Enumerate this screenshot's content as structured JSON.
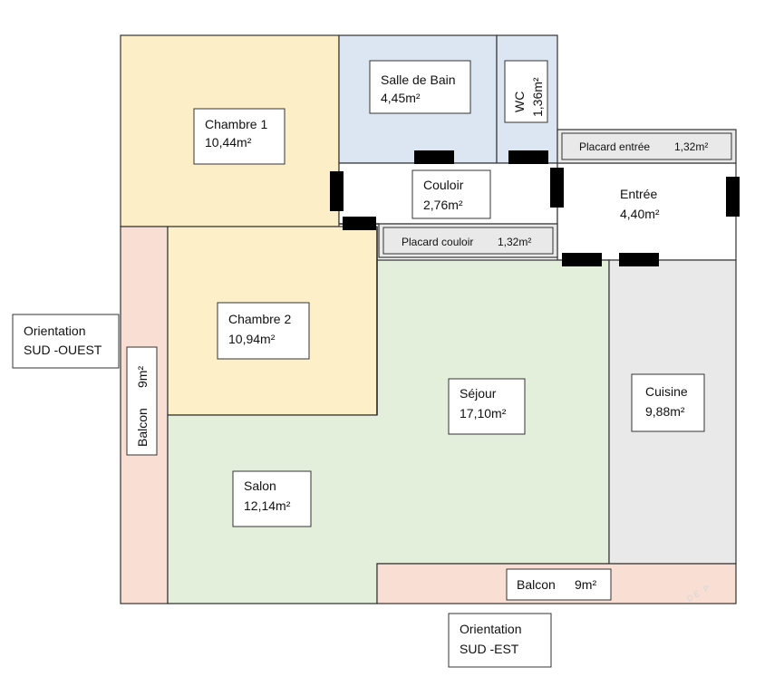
{
  "colors": {
    "chambre1": "#fcefc8",
    "chambre2": "#fdefc7",
    "salle_de_bain": "#dbe6f2",
    "wc": "#dbe6f2",
    "sejour": "#e3efda",
    "cuisine": "#e9e9e9",
    "balcon": "#f8ded3",
    "white": "#ffffff",
    "door": "#000000",
    "wall": "#333333"
  },
  "rooms": {
    "chambre1": {
      "name": "Chambre 1",
      "area": "10,44m²"
    },
    "salle_de_bain": {
      "name": "Salle de Bain",
      "area": "4,45m²"
    },
    "wc": {
      "name": "WC",
      "area": "1,36m²"
    },
    "placard_entree": {
      "name": "Placard entrée",
      "area": "1,32m²"
    },
    "couloir": {
      "name": "Couloir",
      "area": "2,76m²"
    },
    "entree": {
      "name": "Entrée",
      "area": "4,40m²"
    },
    "placard_couloir": {
      "name": "Placard couloir",
      "area": "1,32m²"
    },
    "chambre2": {
      "name": "Chambre 2",
      "area": "10,94m²"
    },
    "sejour": {
      "name": "Séjour",
      "area": "17,10m²"
    },
    "cuisine": {
      "name": "Cuisine",
      "area": "9,88m²"
    },
    "salon": {
      "name": "Salon",
      "area": "12,14m²"
    },
    "balcon_ouest": {
      "name": "Balcon",
      "area": "9m²"
    },
    "balcon_sud": {
      "name": "Balcon",
      "area": "9m²"
    }
  },
  "orientations": {
    "sud_ouest": {
      "line1": "Orientation",
      "line2": "SUD -OUEST"
    },
    "sud_est": {
      "line1": "Orientation",
      "line2": "SUD -EST"
    }
  },
  "watermark": "DE P"
}
